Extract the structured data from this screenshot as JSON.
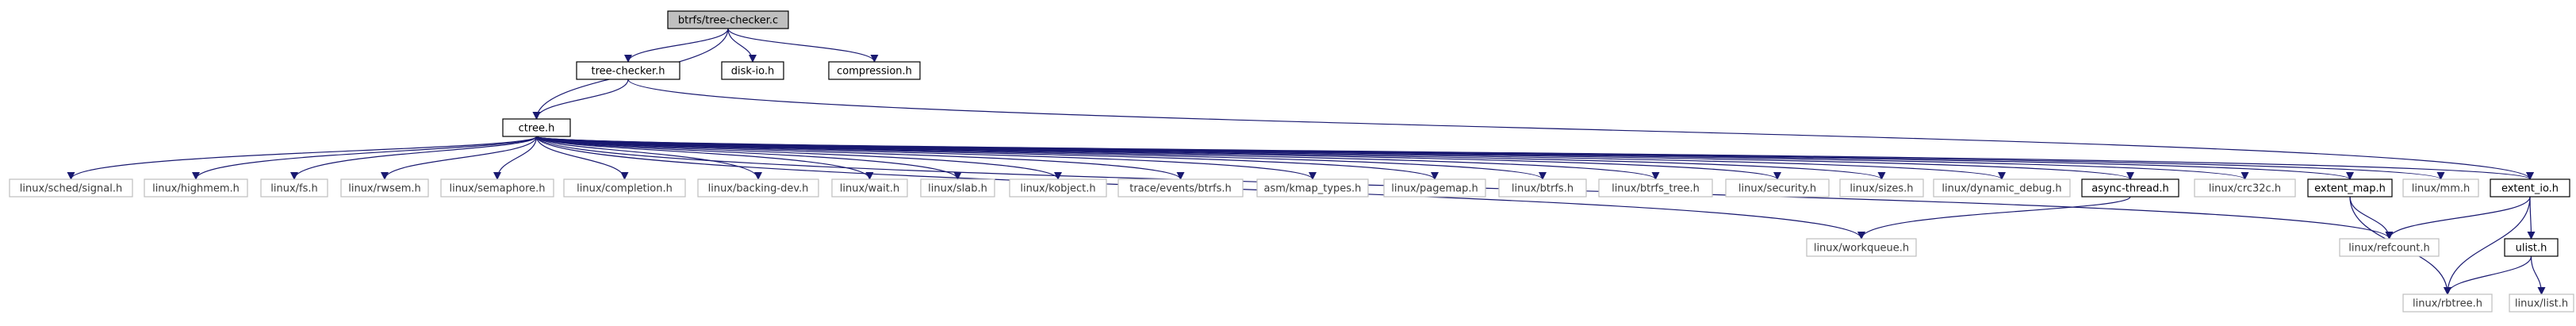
{
  "colors": {
    "edge": "#191970",
    "node_border": "#000000",
    "external_border": "#bfbfbf",
    "root_fill": "#bfbfbf",
    "node_fill": "#ffffff",
    "internal_text": "#000000",
    "external_text": "#3a3a3a"
  },
  "nodes": [
    {
      "id": "root",
      "label": "btrfs/tree-checker.c",
      "kind": "root"
    },
    {
      "id": "treechecker",
      "label": "tree-checker.h",
      "kind": "internal"
    },
    {
      "id": "diskio",
      "label": "disk-io.h",
      "kind": "internal"
    },
    {
      "id": "compression",
      "label": "compression.h",
      "kind": "internal"
    },
    {
      "id": "ctree",
      "label": "ctree.h",
      "kind": "internal"
    },
    {
      "id": "signal",
      "label": "linux/sched/signal.h",
      "kind": "external"
    },
    {
      "id": "highmem",
      "label": "linux/highmem.h",
      "kind": "external"
    },
    {
      "id": "fs",
      "label": "linux/fs.h",
      "kind": "external"
    },
    {
      "id": "rwsem",
      "label": "linux/rwsem.h",
      "kind": "external"
    },
    {
      "id": "semaphore",
      "label": "linux/semaphore.h",
      "kind": "external"
    },
    {
      "id": "completion",
      "label": "linux/completion.h",
      "kind": "external"
    },
    {
      "id": "backingdev",
      "label": "linux/backing-dev.h",
      "kind": "external"
    },
    {
      "id": "wait",
      "label": "linux/wait.h",
      "kind": "external"
    },
    {
      "id": "slab",
      "label": "linux/slab.h",
      "kind": "external"
    },
    {
      "id": "kobject",
      "label": "linux/kobject.h",
      "kind": "external"
    },
    {
      "id": "trace",
      "label": "trace/events/btrfs.h",
      "kind": "external"
    },
    {
      "id": "kmap",
      "label": "asm/kmap_types.h",
      "kind": "external"
    },
    {
      "id": "pagemap",
      "label": "linux/pagemap.h",
      "kind": "external"
    },
    {
      "id": "btrfsh",
      "label": "linux/btrfs.h",
      "kind": "external"
    },
    {
      "id": "btrfstree",
      "label": "linux/btrfs_tree.h",
      "kind": "external"
    },
    {
      "id": "workqueue",
      "label": "linux/workqueue.h",
      "kind": "external"
    },
    {
      "id": "security",
      "label": "linux/security.h",
      "kind": "external"
    },
    {
      "id": "sizes",
      "label": "linux/sizes.h",
      "kind": "external"
    },
    {
      "id": "dyndebug",
      "label": "linux/dynamic_debug.h",
      "kind": "external"
    },
    {
      "id": "asyncthread",
      "label": "async-thread.h",
      "kind": "internal"
    },
    {
      "id": "crc32c",
      "label": "linux/crc32c.h",
      "kind": "external"
    },
    {
      "id": "extentmap",
      "label": "extent_map.h",
      "kind": "internal"
    },
    {
      "id": "refcount",
      "label": "linux/refcount.h",
      "kind": "external"
    },
    {
      "id": "mm",
      "label": "linux/mm.h",
      "kind": "external"
    },
    {
      "id": "extentio",
      "label": "extent_io.h",
      "kind": "internal"
    },
    {
      "id": "rbtree",
      "label": "linux/rbtree.h",
      "kind": "external"
    },
    {
      "id": "ulist",
      "label": "ulist.h",
      "kind": "internal"
    },
    {
      "id": "list",
      "label": "linux/list.h",
      "kind": "external"
    }
  ]
}
